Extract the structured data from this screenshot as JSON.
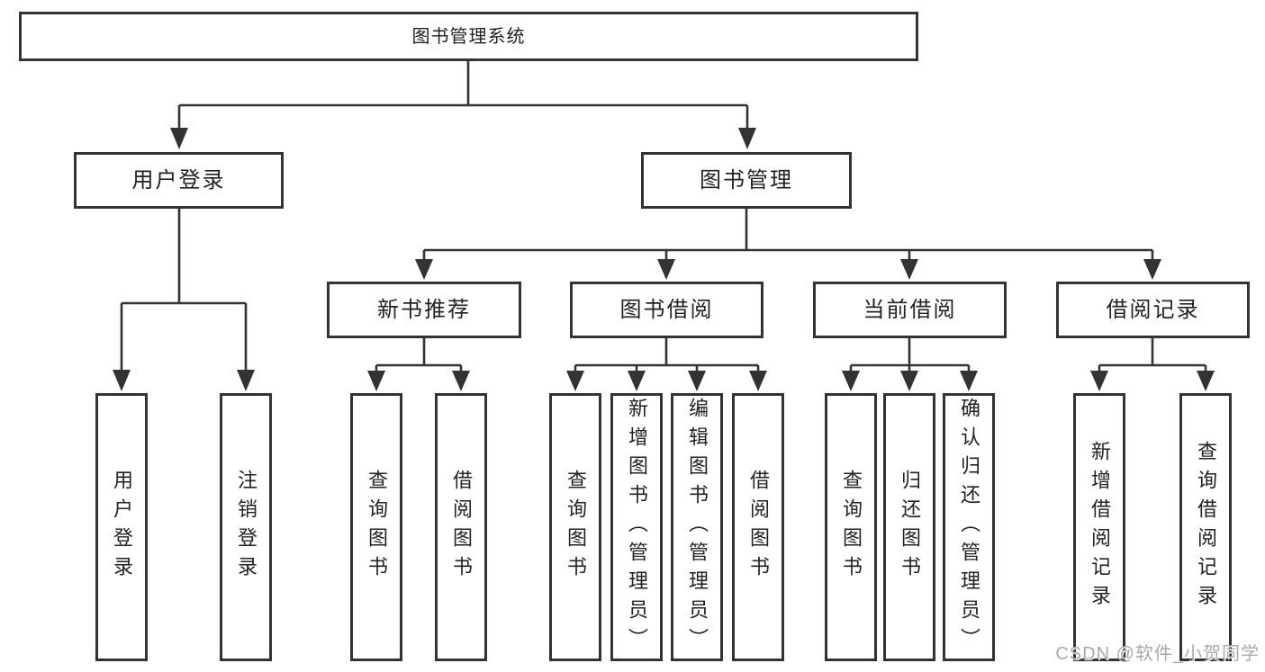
{
  "tree": {
    "root": {
      "label": "图书管理系统",
      "children": [
        {
          "label": "用户登录",
          "children": [
            {
              "label": "用户登录"
            },
            {
              "label": "注销登录"
            }
          ]
        },
        {
          "label": "图书管理",
          "children": [
            {
              "label": "新书推荐",
              "children": [
                {
                  "label": "查询图书"
                },
                {
                  "label": "借阅图书"
                }
              ]
            },
            {
              "label": "图书借阅",
              "children": [
                {
                  "label": "查询图书"
                },
                {
                  "label": "新增图书（管理员）"
                },
                {
                  "label": "编辑图书（管理员）"
                },
                {
                  "label": "借阅图书"
                }
              ]
            },
            {
              "label": "当前借阅",
              "children": [
                {
                  "label": "查询图书"
                },
                {
                  "label": "归还图书"
                },
                {
                  "label": "确认归还（管理员）"
                }
              ]
            },
            {
              "label": "借阅记录",
              "children": [
                {
                  "label": "新增借阅记录"
                },
                {
                  "label": "查询借阅记录"
                }
              ]
            }
          ]
        }
      ]
    }
  },
  "watermark": "CSDN @软件_小贺同学",
  "colors": {
    "line": "#333333",
    "text": "#222222",
    "watermark": "#a9a9a9",
    "background": "#ffffff"
  }
}
